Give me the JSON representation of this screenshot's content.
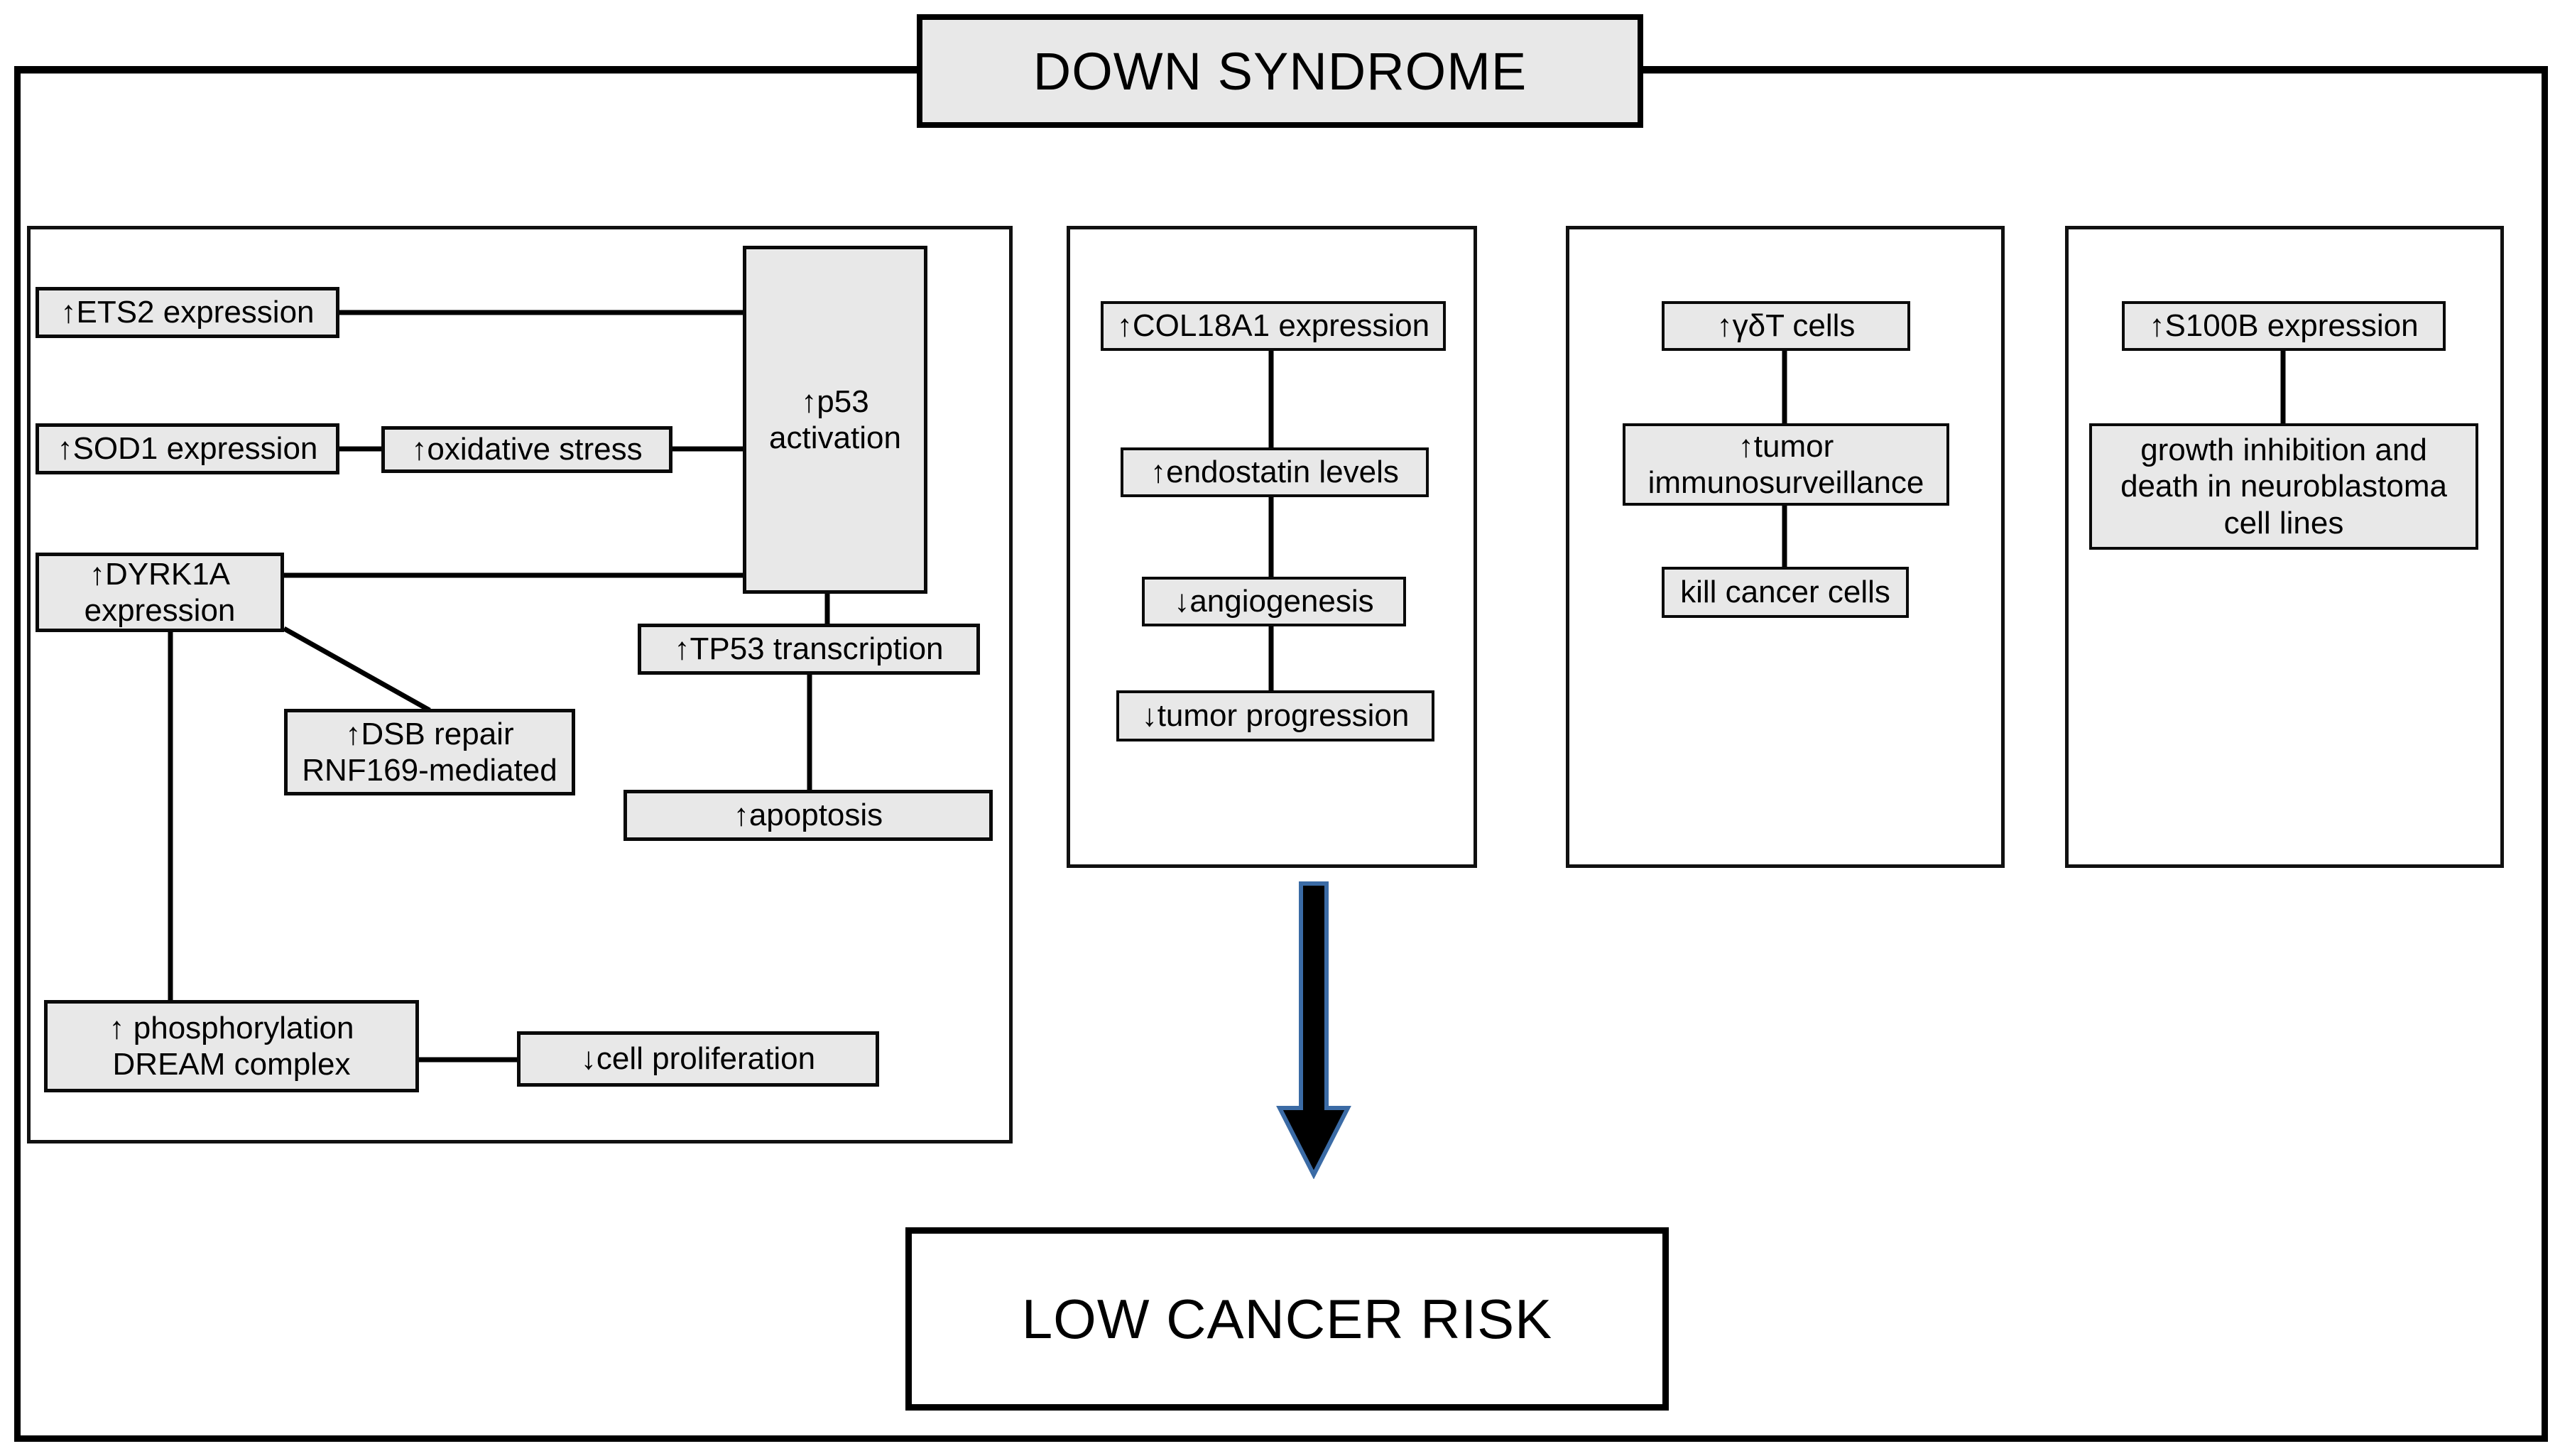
{
  "header": {
    "title": "DOWN SYNDROME"
  },
  "terminal": {
    "label": "LOW CANCER RISK"
  },
  "panels": [
    {
      "id": "p53-pathway",
      "nodes": [
        {
          "id": "ets2",
          "label": "↑ETS2 expression"
        },
        {
          "id": "sod1",
          "label": "↑SOD1 expression"
        },
        {
          "id": "oxstress",
          "label": "↑oxidative stress"
        },
        {
          "id": "p53",
          "label": "↑p53\nactivation"
        },
        {
          "id": "dyrk1a",
          "label": "↑DYRK1A\nexpression"
        },
        {
          "id": "dsb",
          "label": "↑DSB repair\nRNF169-mediated"
        },
        {
          "id": "tp53",
          "label": "↑TP53 transcription"
        },
        {
          "id": "apoptosis",
          "label": "↑apoptosis"
        },
        {
          "id": "dream",
          "label": "↑ phosphorylation\nDREAM complex"
        },
        {
          "id": "prolif",
          "label": "↓cell proliferation"
        }
      ]
    },
    {
      "id": "angiogenesis-pathway",
      "nodes": [
        {
          "id": "col18a1",
          "label": "↑COL18A1 expression"
        },
        {
          "id": "endostatin",
          "label": "↑endostatin levels"
        },
        {
          "id": "angio",
          "label": "↓angiogenesis"
        },
        {
          "id": "tumorprog",
          "label": "↓tumor progression"
        }
      ]
    },
    {
      "id": "immune-pathway",
      "nodes": [
        {
          "id": "gdt",
          "label": "↑γδT cells"
        },
        {
          "id": "immsurv",
          "label": "↑tumor\nimmunosurveillance"
        },
        {
          "id": "killcell",
          "label": "kill cancer cells"
        }
      ]
    },
    {
      "id": "s100b-pathway",
      "nodes": [
        {
          "id": "s100b",
          "label": "↑S100B expression"
        },
        {
          "id": "growth",
          "label": "growth inhibition and\ndeath in neuroblastoma\ncell lines"
        }
      ]
    }
  ],
  "colors": {
    "node_fill": "#e8e8e8",
    "node_border": "#0a0a0a",
    "frame": "#000000",
    "arrow_fill": "#000000",
    "arrow_outline": "#3b6ba5",
    "page_background": "#ffffff"
  },
  "icons": {
    "flow_arrow": "down-arrow-icon",
    "increase": "up-arrow-glyph",
    "decrease": "down-arrow-glyph"
  }
}
